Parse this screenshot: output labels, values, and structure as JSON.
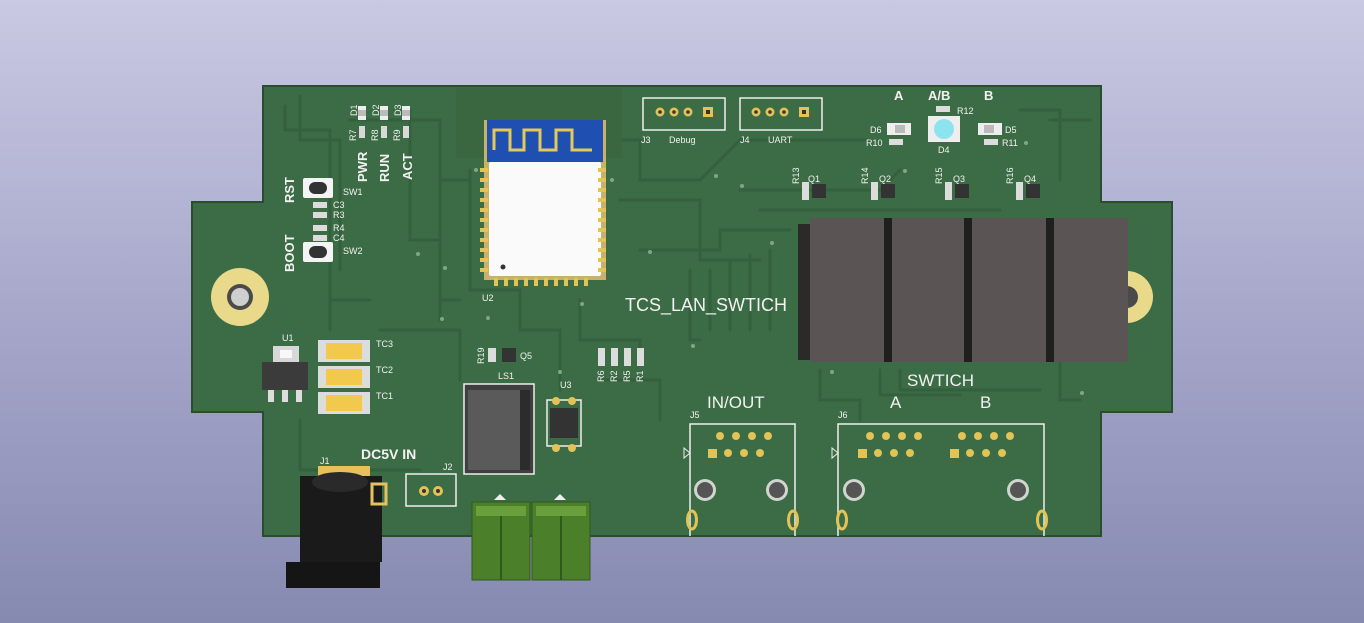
{
  "board": {
    "title": "TCS_LAN_SWTICH",
    "colors": {
      "mask": "#3c6c45",
      "trace": "#355f3d",
      "edge": "#2a4d31",
      "silk": "#f2f2f2",
      "gold": "#d6b24e",
      "relay": "#5a5454",
      "terminal": "#4b7f2a",
      "led": "#8ee3f0"
    }
  },
  "labels": {
    "pwr": "PWR",
    "run": "RUN",
    "act": "ACT",
    "rst": "RST",
    "boot": "BOOT",
    "dc_in": "DC5V IN",
    "in_out": "IN/OUT",
    "swtich": "SWTICH",
    "a_top": "A",
    "ab_top": "A/B",
    "b_top": "B",
    "a_port": "A",
    "b_port": "B",
    "debug": "Debug",
    "uart": "UART"
  },
  "refs": {
    "D1": "D1",
    "D2": "D2",
    "D3": "D3",
    "R7": "R7",
    "R8": "R8",
    "R9": "R9",
    "SW1": "SW1",
    "SW2": "SW2",
    "C3": "C3",
    "R3": "R3",
    "R4": "R4",
    "C4": "C4",
    "U1": "U1",
    "U2": "U2",
    "U3": "U3",
    "TC1": "TC1",
    "TC2": "TC2",
    "TC3": "TC3",
    "J1": "J1",
    "J2": "J2",
    "J3": "J3",
    "J4": "J4",
    "J5": "J5",
    "J6": "J6",
    "LS1": "LS1",
    "R19": "R19",
    "Q5": "Q5",
    "R6": "R6",
    "R2": "R2",
    "R5": "R5",
    "R1": "R1",
    "D6": "D6",
    "D5": "D5",
    "D4": "D4",
    "R10": "R10",
    "R11": "R11",
    "R12": "R12",
    "R13": "R13",
    "R14": "R14",
    "R15": "R15",
    "R16": "R16",
    "Q1": "Q1",
    "Q2": "Q2",
    "Q3": "Q3",
    "Q4": "Q4"
  }
}
